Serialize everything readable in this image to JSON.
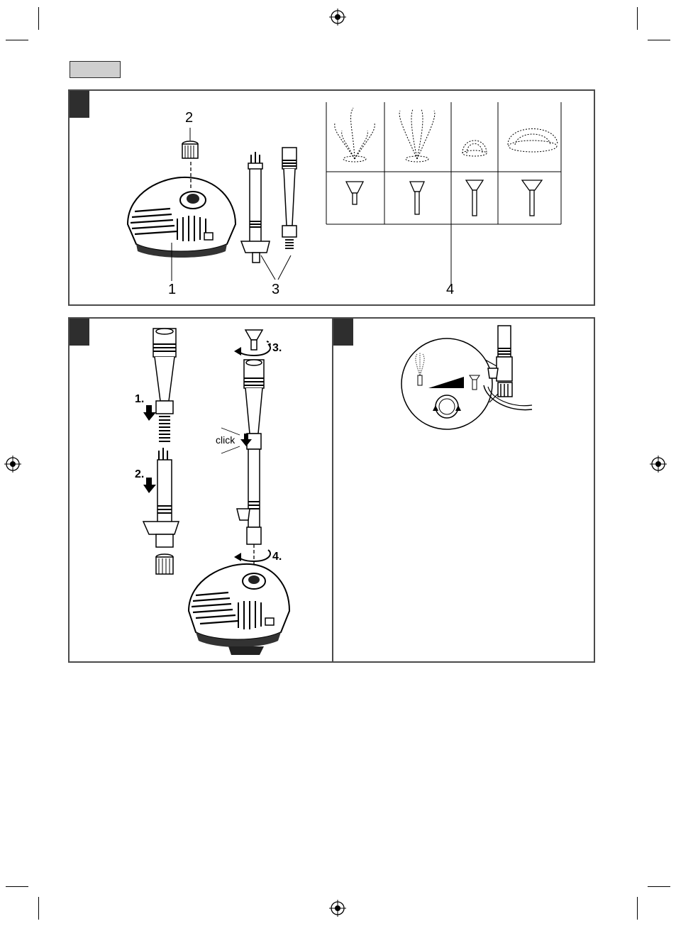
{
  "language_tab": "",
  "figure_a": {
    "callouts": [
      "1",
      "2",
      "3",
      "4"
    ]
  },
  "figure_b": {
    "steps": [
      "1.",
      "2.",
      "3.",
      "4."
    ],
    "click_label": "click"
  },
  "colors": {
    "frame": "#4a4a4a",
    "tab": "#2e2e2e",
    "lang_box": "#cfcfcf"
  },
  "icons": [
    "registration-mark-icon",
    "pump-icon",
    "nozzle-icon",
    "extension-tube-icon",
    "fountain-pattern-icon",
    "rotate-arrow-icon",
    "flow-regulator-icon"
  ]
}
